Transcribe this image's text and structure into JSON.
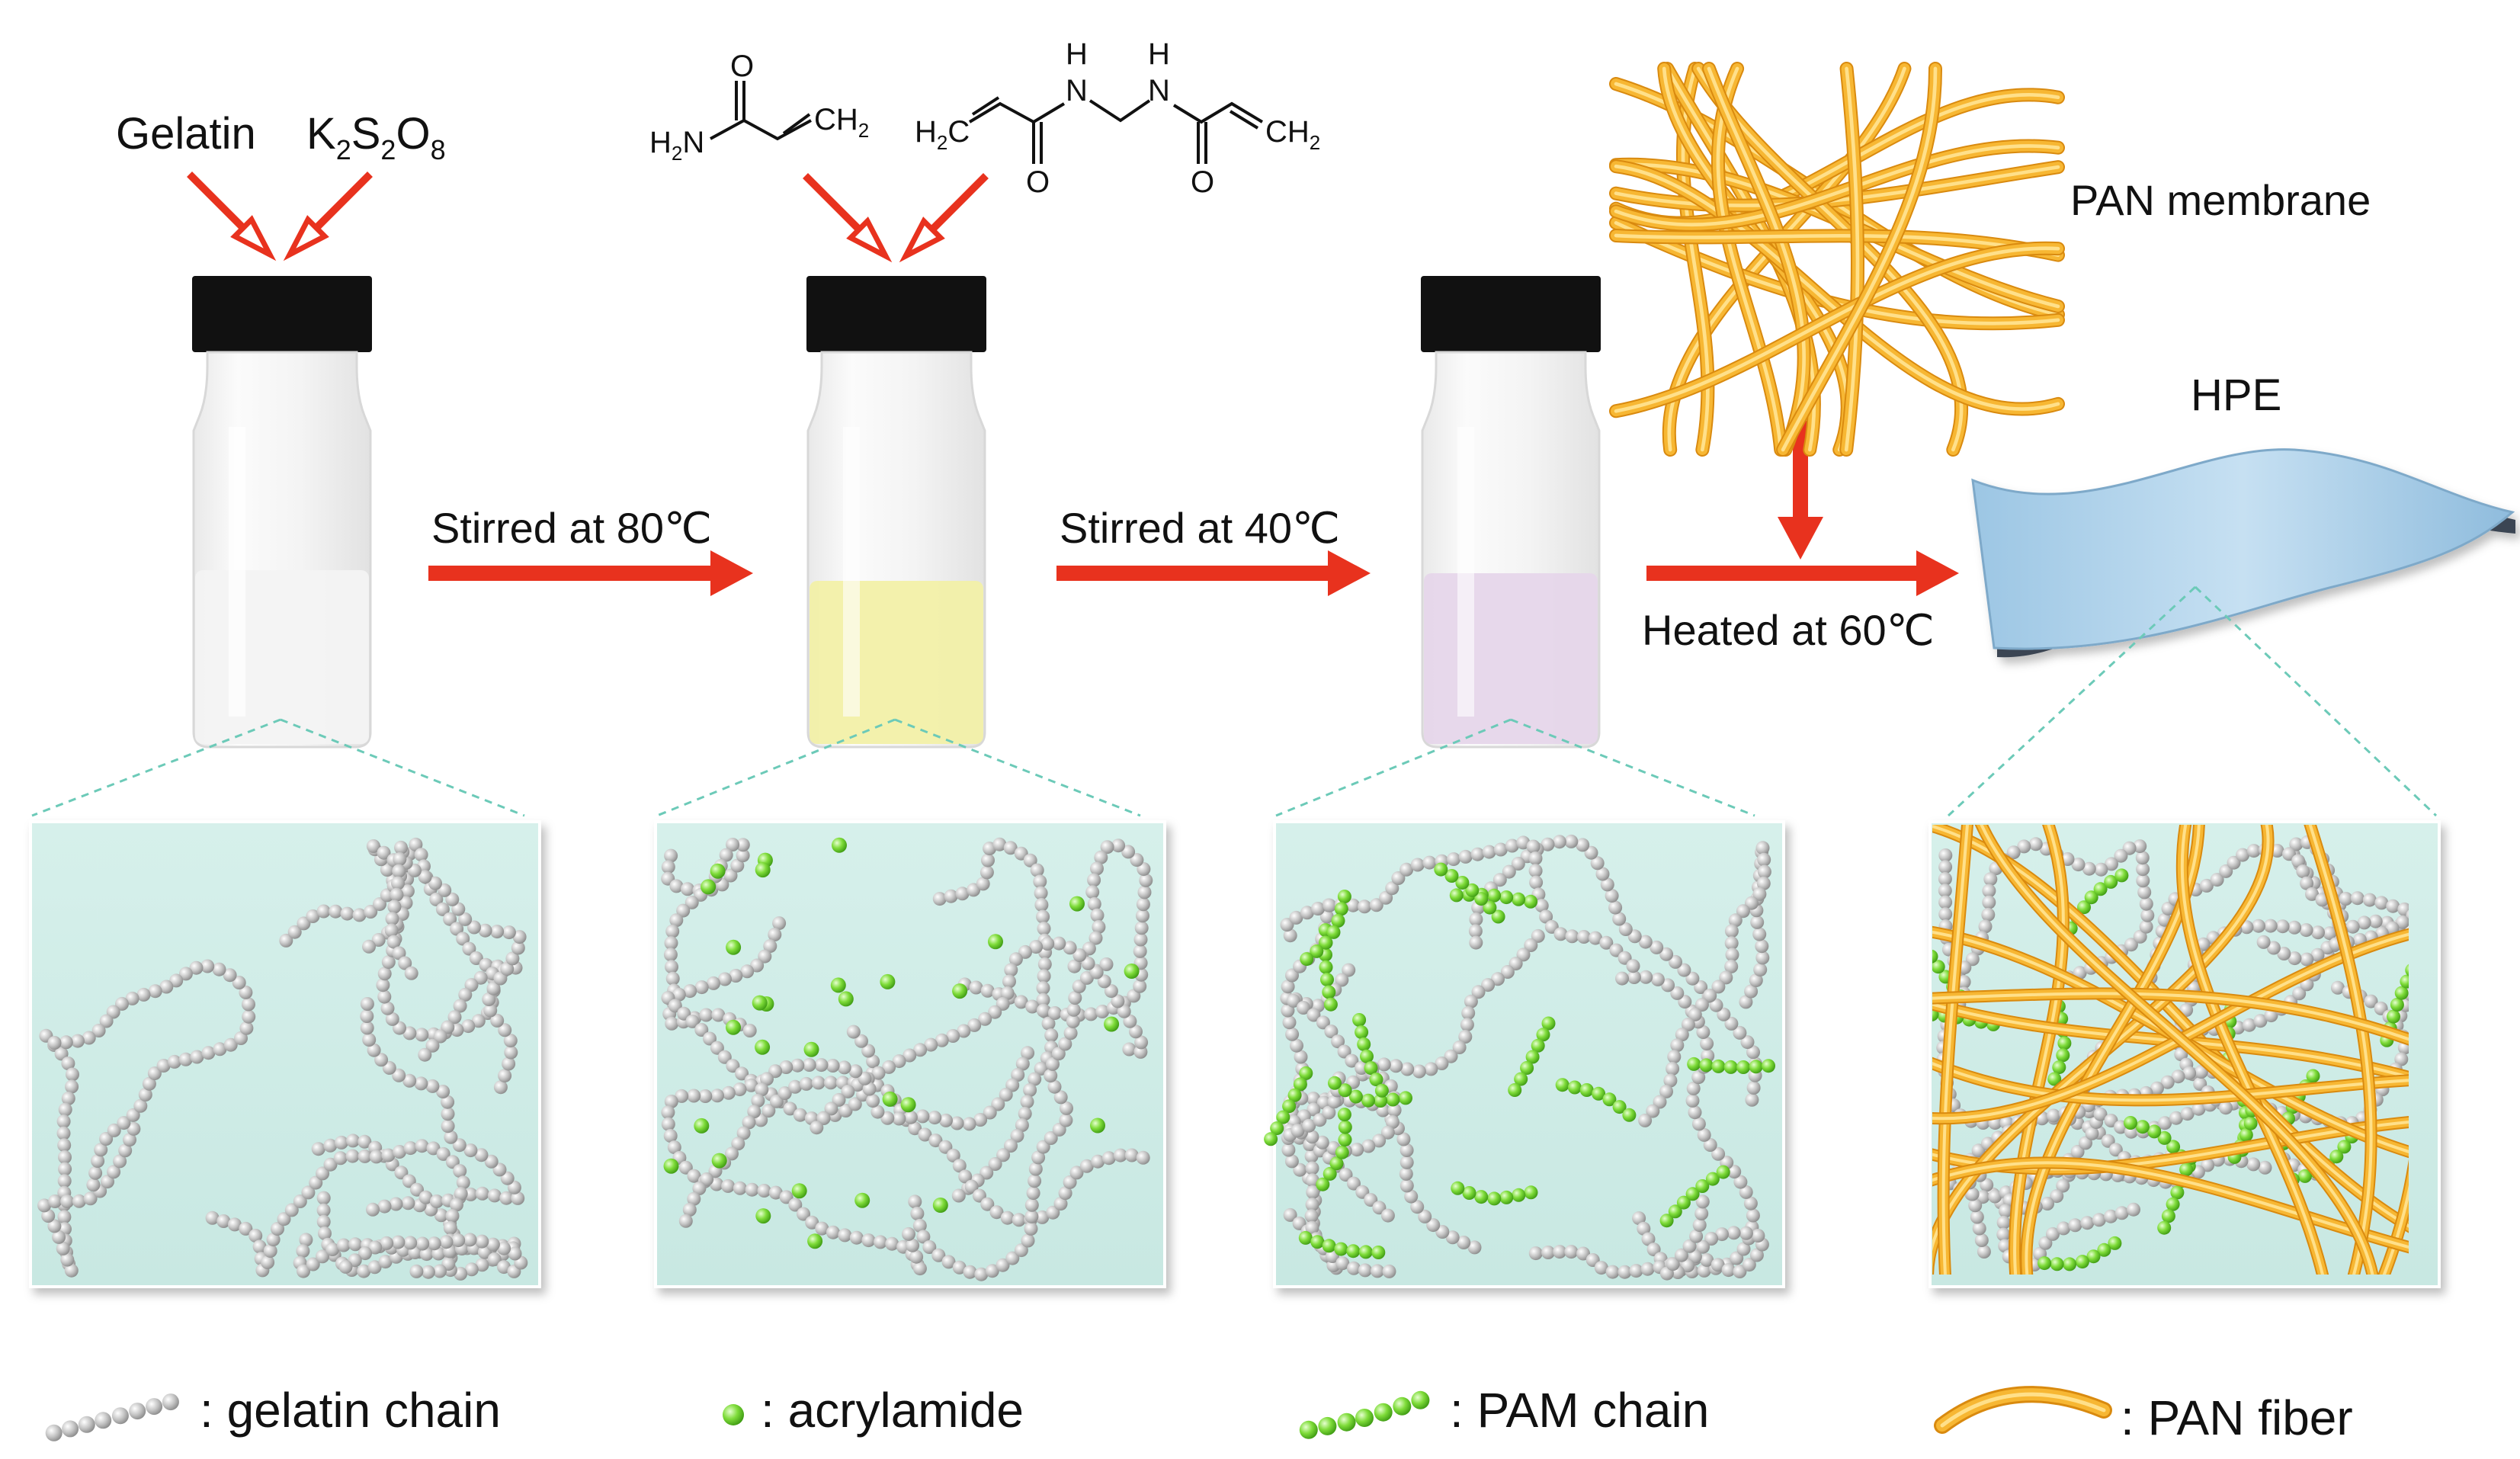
{
  "reagents": {
    "gelatin": "Gelatin",
    "persulfate": {
      "a": "K",
      "a_sub": "2",
      "b": "S",
      "b_sub": "2",
      "c": "O",
      "c_sub": "8"
    }
  },
  "chem": {
    "h2n": "H",
    "h2n_sub": "2",
    "h2n_n": "N",
    "o": "O",
    "ch": "CH",
    "ch_sub": "2",
    "h2c": "H",
    "h2c_sub": "2",
    "h2c_c": "C",
    "n": "N",
    "h": "H"
  },
  "steps": {
    "step1": "Stirred at 80℃",
    "step2": "Stirred at 40℃",
    "step3": "Heated at 60℃"
  },
  "products": {
    "membrane": "PAN membrane",
    "hpe": "HPE"
  },
  "legend": [
    {
      "text": ": gelatin chain"
    },
    {
      "text": ": acrylamide"
    },
    {
      "text": ": PAM chain"
    },
    {
      "text": ": PAN fiber"
    }
  ],
  "colors": {
    "arrow": "#e8321e",
    "solution_clear": "#f3f3f3",
    "solution_yellow": "#f2f0a8",
    "solution_purple": "#e6d6ea",
    "panel": "#d4eee9",
    "gelatin_bead": "#bdbdbd",
    "pam_bead": "#7fdc3a",
    "pan_fiber": "#f5a623",
    "cap": "#111111",
    "hpe_sheet": "#a9cde6"
  }
}
